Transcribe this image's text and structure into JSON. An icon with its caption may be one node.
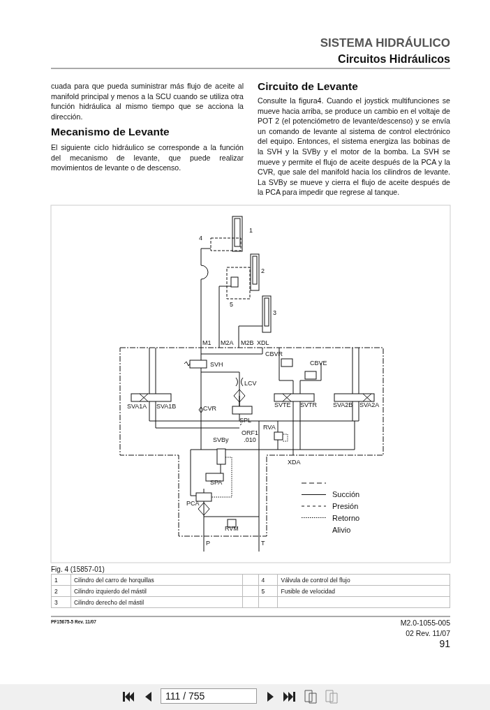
{
  "diagram": {
    "title": "SISTEMA HIDRÁULICO",
    "caption": "Fig. 4 (15857-01)",
    "labels": [
      "Circuitos Hidráulicos",
      "cuada para que pueda suministrar más flujo de aceite al manifold principal y menos a la SCU cuando se utiliza otra función hidráulica al mismo tiempo que se acciona la dirección.",
      "Mecanismo de Levante",
      "El siguiente ciclo hidráulico se corresponde a la función del mecanismo de levante, que puede realizar movimientos de levante o de descenso.",
      "Circuito de Levante",
      "Consulte la figura4. Cuando el joystick multifunciones se mueve hacia arriba, se produce un cambio en el voltaje de POT 2 (el potenciómetro de levante/descenso) y se envía un comando de levante al sistema de control electrónico del equipo. Entonces, el sistema energiza las bobinas de la SVH y la SVBy y el motor de la bomba. La SVH se mueve y permite el flujo de aceite después de la PCA y la CVR, que sale del manifold hacia los cilindros de levante. La SVBy se mueve y cierra el flujo de aceite después de la PCA para impedir que regrese al tanque.",
      "1",
      "4",
      "2",
      "5",
      "3",
      "M1",
      "M2A",
      "M2B",
      "XDL",
      "CBVR",
      "SVH",
      "CBVE",
      "LCV",
      "SVA1A",
      "SVA1B",
      "SVTE",
      "SVTR",
      "SVA2B",
      "SVA2A",
      "CVR",
      "SPL",
      "RVA",
      "ORF1 .010",
      "SVBy",
      "XDA",
      "SPA",
      "PCA",
      "RVM",
      "P",
      "T",
      "1",
      "Cilindro del carro de horquillas",
      "4",
      "Válvula de control del flujo",
      "2",
      "Cilindro izquierdo del mástil",
      "5",
      "Fusible de velocidad",
      "3",
      "Cilindro derecho del mástil",
      "PF15675-5 Rev. 11/07",
      "M2.0-1055-005",
      "02 Rev. 11/07",
      "91",
      "111 / 755"
    ],
    "legend": [
      {
        "text": "Succión"
      },
      {
        "text": "Presión"
      },
      {
        "text": "Retorno"
      },
      {
        "text": "Alivio"
      }
    ]
  }
}
